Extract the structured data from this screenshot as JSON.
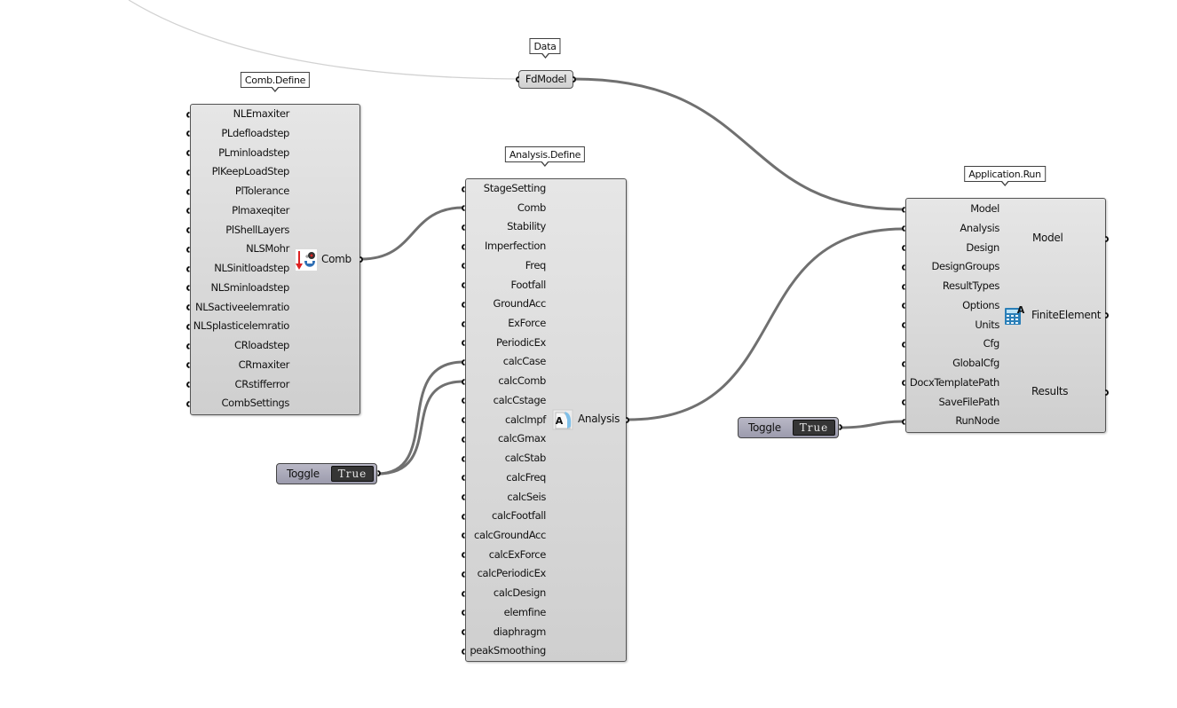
{
  "canvas": {
    "background": "#ffffff",
    "wire_color": "#707070",
    "faint_wire_color": "#d2d2d2"
  },
  "data_param": {
    "tag": "Data",
    "label": "FdModel"
  },
  "comb_define": {
    "tag": "Comb.Define",
    "inputs": [
      "NLEmaxiter",
      "PLdefloadstep",
      "PLminloadstep",
      "PlKeepLoadStep",
      "PlTolerance",
      "Plmaxeqiter",
      "PlShellLayers",
      "NLSMohr",
      "NLSinitloadstep",
      "NLSminloadstep",
      "NLSactiveelemratio",
      "NLSplasticelemratio",
      "CRloadstep",
      "CRmaxiter",
      "CRstifferror",
      "CombSettings"
    ],
    "outputs": [
      "Comb"
    ],
    "icon": "comb-settings-icon"
  },
  "analysis_define": {
    "tag": "Analysis.Define",
    "inputs": [
      "StageSetting",
      "Comb",
      "Stability",
      "Imperfection",
      "Freq",
      "Footfall",
      "GroundAcc",
      "ExForce",
      "PeriodicEx",
      "calcCase",
      "calcComb",
      "calcCstage",
      "calcImpf",
      "calcGmax",
      "calcStab",
      "calcFreq",
      "calcSeis",
      "calcFootfall",
      "calcGroundAcc",
      "calcExForce",
      "calcPeriodicEx",
      "calcDesign",
      "elemfine",
      "diaphragm",
      "peakSmoothing"
    ],
    "outputs": [
      "Analysis"
    ],
    "icon": "analysis-document-icon"
  },
  "application_run": {
    "tag": "Application.Run",
    "inputs": [
      "Model",
      "Analysis",
      "Design",
      "DesignGroups",
      "ResultTypes",
      "Options",
      "Units",
      "Cfg",
      "GlobalCfg",
      "DocxTemplatePath",
      "SaveFilePath",
      "RunNode"
    ],
    "outputs": [
      "Model",
      "FiniteElement",
      "Results"
    ],
    "icon": "finite-element-calculator-icon"
  },
  "toggles": [
    {
      "label": "Toggle",
      "value": "True"
    },
    {
      "label": "Toggle",
      "value": "True"
    }
  ]
}
